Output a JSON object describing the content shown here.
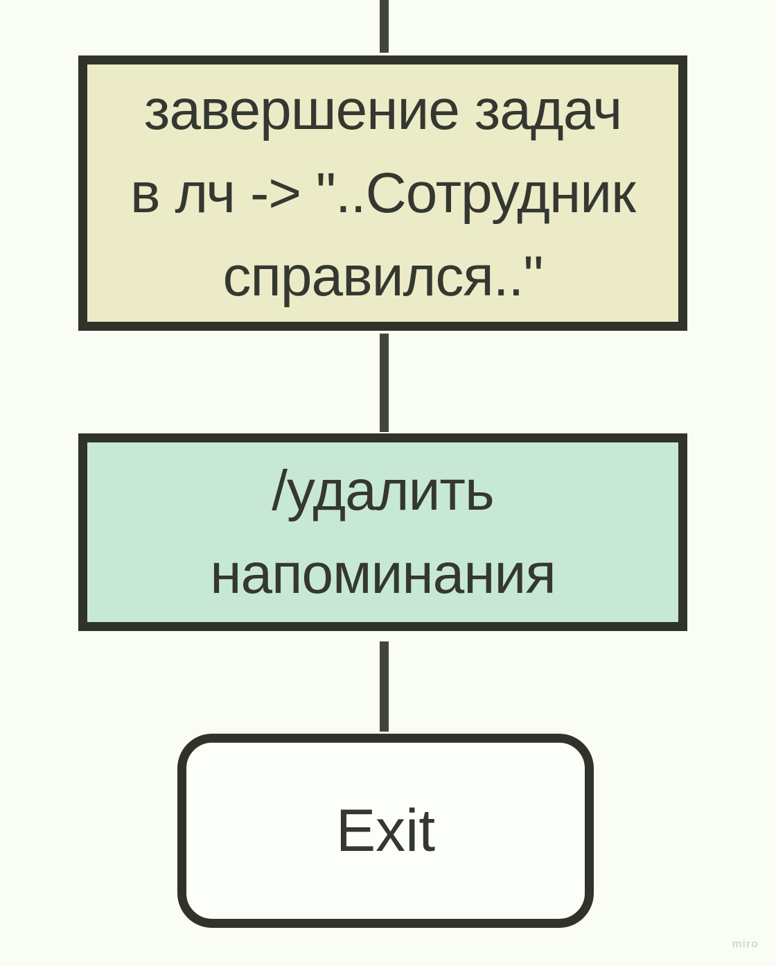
{
  "canvas": {
    "background_color": "#fafdf4",
    "watermark_label": "miro",
    "watermark_color": "#d3d6d4"
  },
  "diagram": {
    "connector_color": "#41453b",
    "text_color": "#343830",
    "border_color": "#2f332a",
    "nodes": [
      {
        "id": "task-completion",
        "type": "process",
        "text": "завершение задач\nв лч -> \"..Сотрудник\nсправился..\"",
        "fill": "#ebecc7"
      },
      {
        "id": "delete-reminders",
        "type": "process",
        "text": "/удалить\nнапоминания",
        "fill": "#c8e8d7"
      },
      {
        "id": "exit",
        "type": "terminator",
        "text": "Exit",
        "fill": "#fcfef9"
      }
    ]
  }
}
